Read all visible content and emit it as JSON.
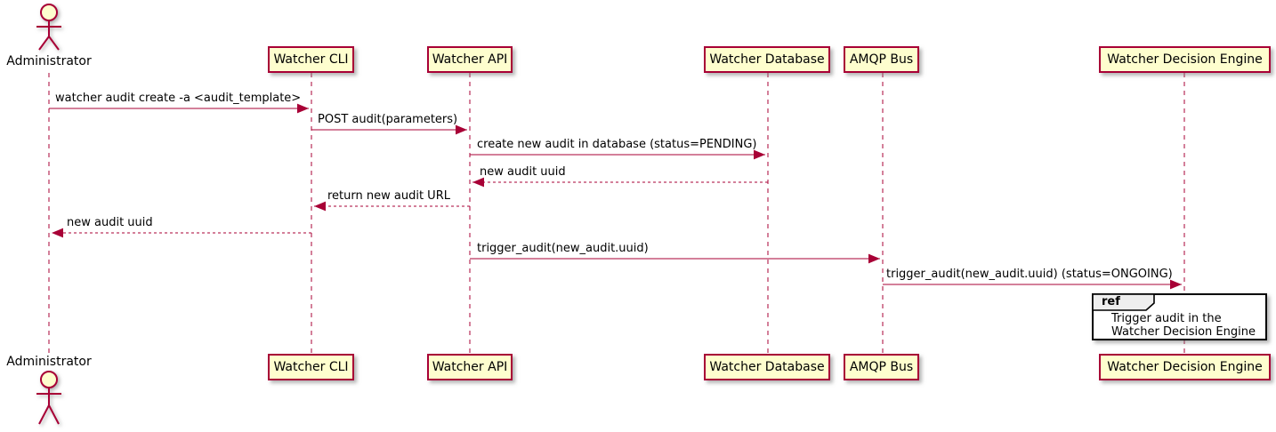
{
  "diagram": {
    "type": "sequence-diagram",
    "actor": {
      "label": "Administrator"
    },
    "participants": [
      {
        "label": "Watcher CLI"
      },
      {
        "label": "Watcher API"
      },
      {
        "label": "Watcher Database"
      },
      {
        "label": "AMQP Bus"
      },
      {
        "label": "Watcher Decision Engine"
      }
    ],
    "messages": [
      {
        "from": "Administrator",
        "to": "Watcher CLI",
        "style": "solid",
        "label": "watcher audit create -a <audit_template>"
      },
      {
        "from": "Watcher CLI",
        "to": "Watcher API",
        "style": "solid",
        "label": "POST audit(parameters)"
      },
      {
        "from": "Watcher API",
        "to": "Watcher Database",
        "style": "solid",
        "label": "create new audit in database (status=PENDING)"
      },
      {
        "from": "Watcher Database",
        "to": "Watcher API",
        "style": "dashed",
        "label": "new audit uuid"
      },
      {
        "from": "Watcher API",
        "to": "Watcher CLI",
        "style": "dashed",
        "label": "return new audit URL"
      },
      {
        "from": "Watcher CLI",
        "to": "Administrator",
        "style": "dashed",
        "label": "new audit uuid"
      },
      {
        "from": "Watcher API",
        "to": "AMQP Bus",
        "style": "solid",
        "label": "trigger_audit(new_audit.uuid)"
      },
      {
        "from": "AMQP Bus",
        "to": "Watcher Decision Engine",
        "style": "solid",
        "label": "trigger_audit(new_audit.uuid) (status=ONGOING)"
      }
    ],
    "ref": {
      "tag": "ref",
      "line1": "Trigger audit in the",
      "line2": "Watcher Decision Engine"
    },
    "colors": {
      "line": "#A80036",
      "participant_fill": "#FEFECE",
      "ref_header_fill": "#EEEEEE",
      "ref_border": "#000000",
      "text": "#000000"
    }
  }
}
